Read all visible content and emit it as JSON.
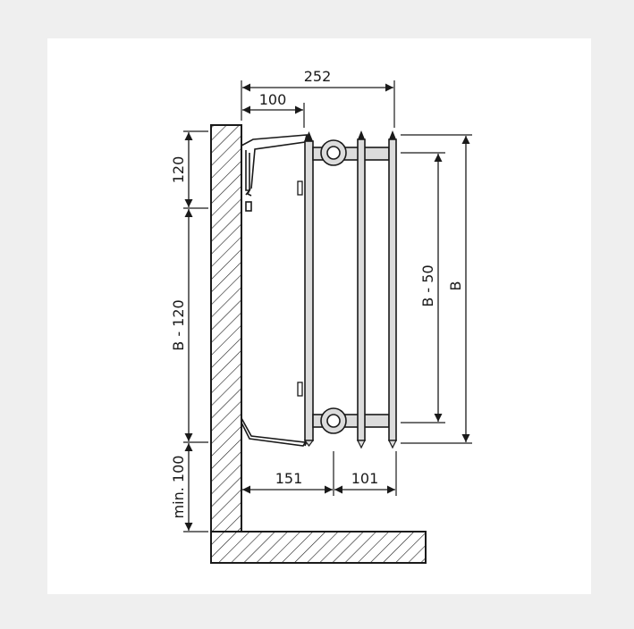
{
  "colors": {
    "background": "#efefef",
    "card": "#ffffff",
    "ink": "#1a1a1a",
    "radiator_fill": "#dcdcdc"
  },
  "dimensions": {
    "total_depth": "252",
    "bracket_depth": "100",
    "top_offset": "120",
    "bracket_spacing": "B - 120",
    "floor_clearance": "min. 100",
    "wall_to_connection": "151",
    "connection_to_front": "101",
    "connection_spacing": "B - 50",
    "overall_height": "B"
  }
}
